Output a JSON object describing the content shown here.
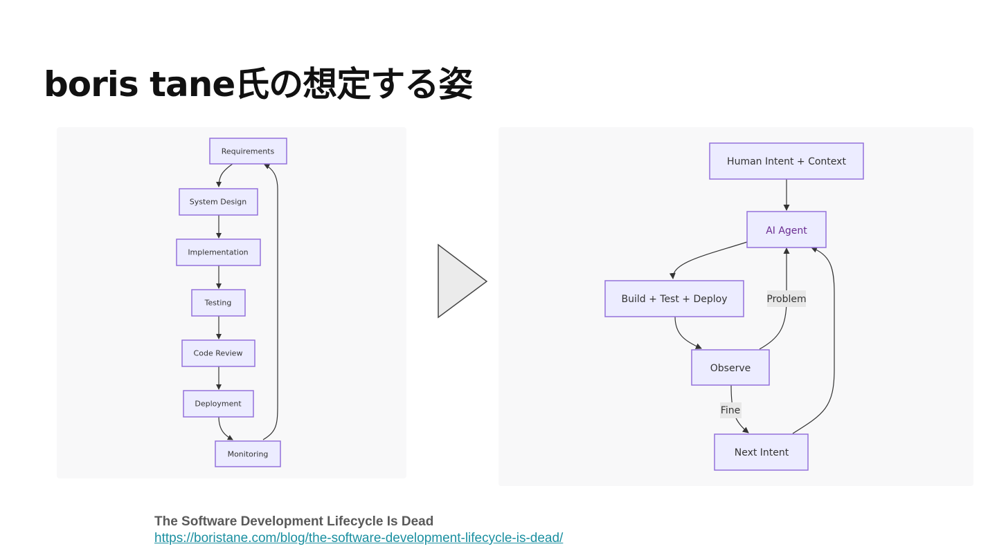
{
  "title": "boris tane氏の想定する姿",
  "left_diagram": {
    "nodes": {
      "requirements": "Requirements",
      "system_design": "System Design",
      "implementation": "Implementation",
      "testing": "Testing",
      "code_review": "Code Review",
      "deployment": "Deployment",
      "monitoring": "Monitoring"
    }
  },
  "right_diagram": {
    "nodes": {
      "human_intent": "Human Intent + Context",
      "ai_agent": "AI Agent",
      "build_test_deploy": "Build + Test + Deploy",
      "observe": "Observe",
      "next_intent": "Next Intent"
    },
    "edge_labels": {
      "problem": "Problem",
      "fine": "Fine"
    },
    "ai_agent_color": "#6a2c91"
  },
  "source": {
    "title": "The Software Development Lifecycle Is Dead",
    "url": "https://boristane.com/blog/the-software-development-lifecycle-is-dead/"
  }
}
